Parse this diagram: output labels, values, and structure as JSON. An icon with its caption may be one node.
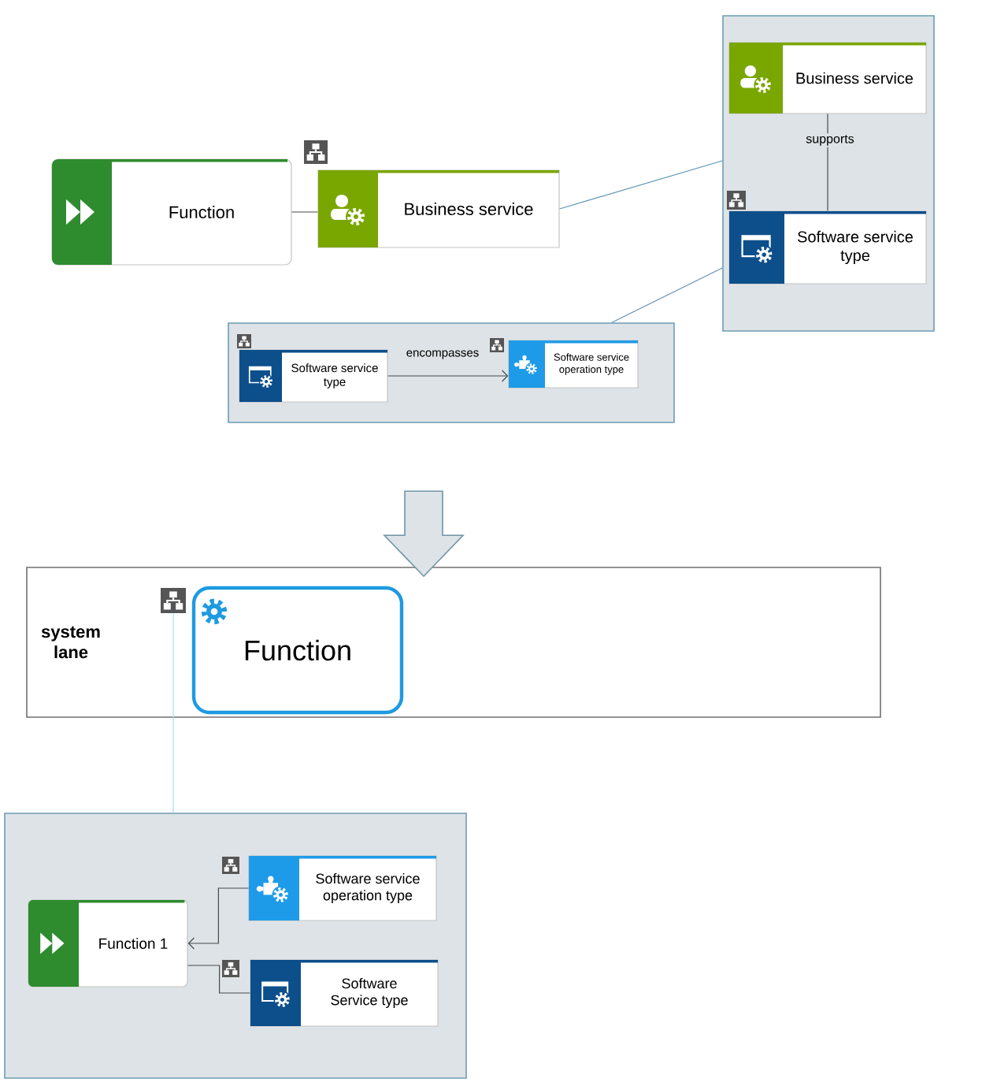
{
  "diagram": {
    "nodes": [
      {
        "text": [
          "Function"
        ]
      },
      {
        "text": [
          "Business service"
        ]
      },
      {
        "text": [],
        "shape": "box"
      },
      {
        "text": [
          "Business service"
        ],
        "in": 2
      },
      {
        "text": [
          "Software service type"
        ],
        "in": 2
      },
      {
        "text": [],
        "shape": "box"
      },
      {
        "text": [
          "Software service type"
        ],
        "in": 5
      },
      {
        "text": [
          "Software service operation type"
        ],
        "in": 5
      },
      {
        "text": [
          "system lane"
        ]
      },
      {
        "text": [
          "Function"
        ],
        "in": 8
      },
      {
        "text": [],
        "shape": "picture",
        "in": 8
      },
      {
        "text": [],
        "shape": "box"
      },
      {
        "text": [
          "Function 1"
        ],
        "in": 11
      },
      {
        "text": [
          "Software service operation type"
        ],
        "in": 11
      },
      {
        "text": [
          "Software Service type"
        ],
        "in": 11
      }
    ],
    "edges": [
      {
        "from": 0,
        "to": 1,
        "arrow": "none"
      },
      {
        "from": 1,
        "to": 2,
        "arrow": "none",
        "color": "#5b93b5"
      },
      {
        "from": 2,
        "to": 5,
        "arrow": "none",
        "color": "#5b93b5"
      },
      {
        "from": 3,
        "to": 4,
        "arrow": "none",
        "label": "supports"
      },
      {
        "from": 6,
        "to": 7,
        "arrow": "to",
        "label": "encompasses"
      },
      {
        "from": null,
        "to": 8,
        "arrow": "to",
        "style": "thick",
        "color": "#6f95a5"
      },
      {
        "from": 10,
        "to": 11,
        "arrow": "none",
        "color": "#a6dcf5"
      },
      {
        "from": 13,
        "to": 12,
        "arrow": "to"
      },
      {
        "from": 12,
        "to": 14,
        "arrow": "none"
      }
    ]
  }
}
